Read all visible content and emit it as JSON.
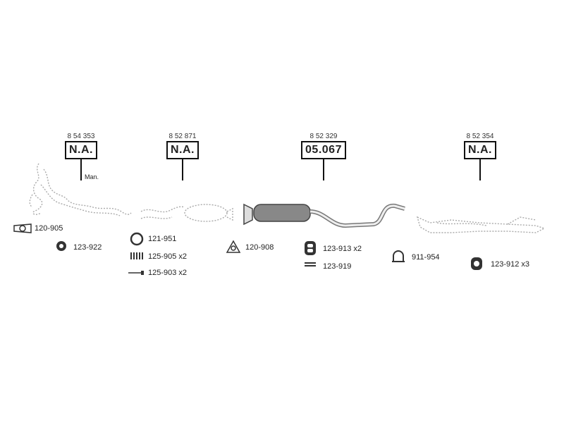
{
  "sections": [
    {
      "part_no": "8 54 353",
      "code": "N.A.",
      "note": "Man."
    },
    {
      "part_no": "8 52 871",
      "code": "N.A."
    },
    {
      "part_no": "8 52 329",
      "code": "05.067"
    },
    {
      "part_no": "8 52 354",
      "code": "N.A."
    }
  ],
  "accessories": [
    {
      "label": "120-905",
      "icon": "gasket-icon"
    },
    {
      "label": "123-922",
      "icon": "rubber-ring-icon"
    },
    {
      "label": "121-951",
      "icon": "seal-ring-icon"
    },
    {
      "label": "125-905 x2",
      "icon": "spring-icon"
    },
    {
      "label": "125-903 x2",
      "icon": "bolt-icon"
    },
    {
      "label": "120-908",
      "icon": "triangle-gasket-icon"
    },
    {
      "label": "123-913 x2",
      "icon": "rubber-hanger-icon"
    },
    {
      "label": "123-919",
      "icon": "strap-icon"
    },
    {
      "label": "911-954",
      "icon": "clamp-icon"
    },
    {
      "label": "123-912 x3",
      "icon": "mounting-rubber-icon"
    }
  ]
}
